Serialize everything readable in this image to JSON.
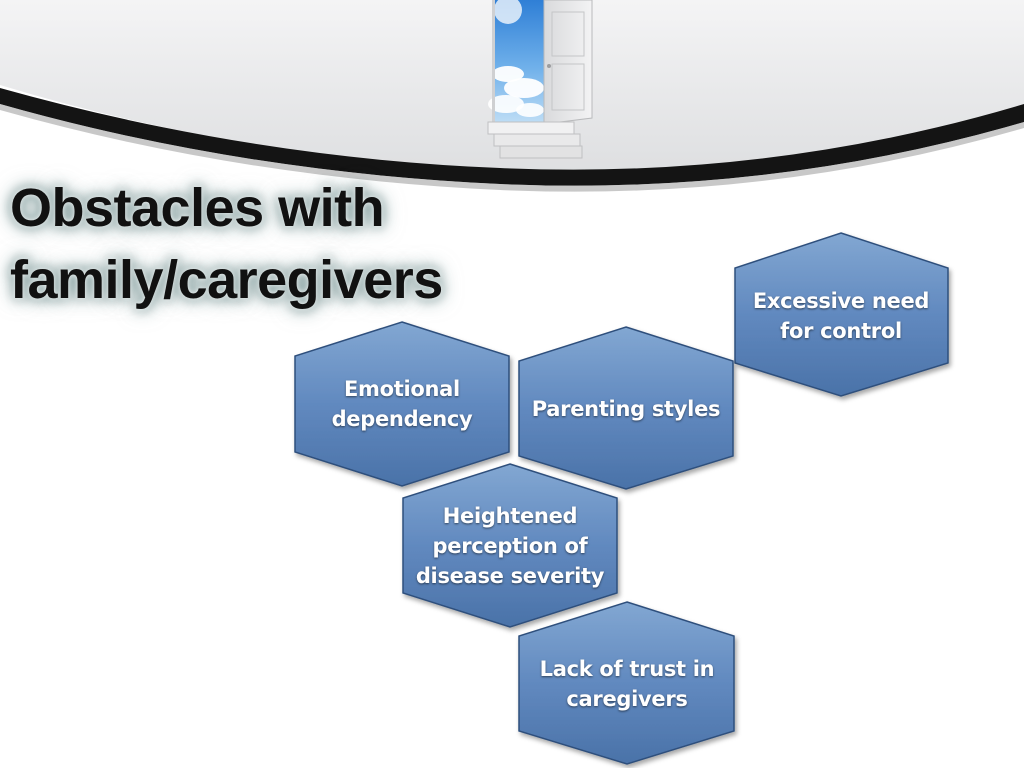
{
  "slide": {
    "title_line1": "Obstacles with",
    "title_line2": "family/caregivers"
  },
  "diagram": {
    "type": "hexagon-cluster",
    "hexagons": [
      {
        "id": "excessive-need-for-control",
        "line1": "Excessive need",
        "line2": "for control"
      },
      {
        "id": "emotional-dependency",
        "line1": "Emotional",
        "line2": "dependency"
      },
      {
        "id": "parenting-styles",
        "line1": "Parenting styles"
      },
      {
        "id": "heightened-perception",
        "line1": "Heightened",
        "line2": "perception of",
        "line3": "disease severity"
      },
      {
        "id": "lack-of-trust",
        "line1": "Lack of trust in",
        "line2": "caregivers"
      }
    ]
  },
  "colors": {
    "hex_fill_top": "#7ea3cf",
    "hex_fill_bottom": "#4a74aa",
    "hex_border": "#2e4f7d",
    "title_text": "#111111",
    "label_text": "#ffffff"
  },
  "header_image": {
    "description_icon": "open-door-to-sky-icon"
  }
}
